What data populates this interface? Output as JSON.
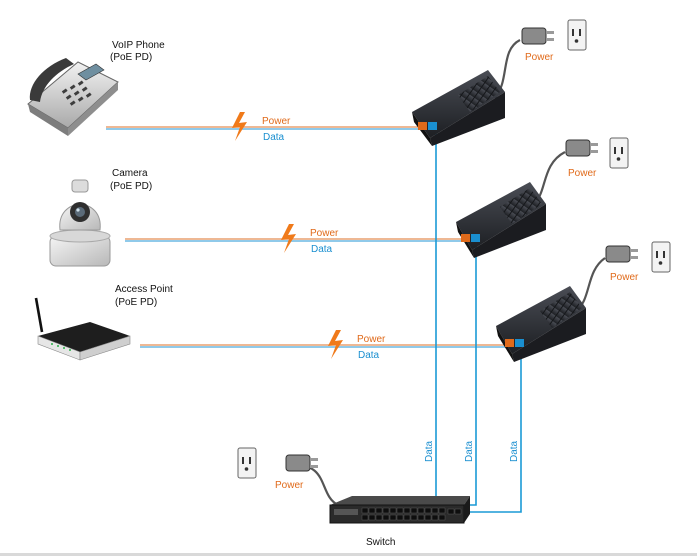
{
  "devices": {
    "voip": {
      "name": "VoIP Phone",
      "role": "(PoE PD)"
    },
    "camera": {
      "name": "Camera",
      "role": "(PoE PD)"
    },
    "ap": {
      "name": "Access Point",
      "role": "(PoE PD)"
    },
    "switch": {
      "name": "Switch"
    }
  },
  "labels": {
    "power": "Power",
    "data": "Data"
  },
  "colors": {
    "power": "#e06a1a",
    "data": "#1a8fd0",
    "cable": "#c0c0c0",
    "injector": "#2b2d33",
    "bolt": "#f07a1a"
  },
  "icons": {
    "voip": "desk-phone-icon",
    "camera": "dome-camera-icon",
    "ap": "wireless-router-icon",
    "switch": "network-switch-icon",
    "injector": "poe-injector-icon",
    "plug": "power-plug-icon",
    "outlet": "wall-outlet-icon",
    "bolt": "lightning-bolt-icon"
  }
}
